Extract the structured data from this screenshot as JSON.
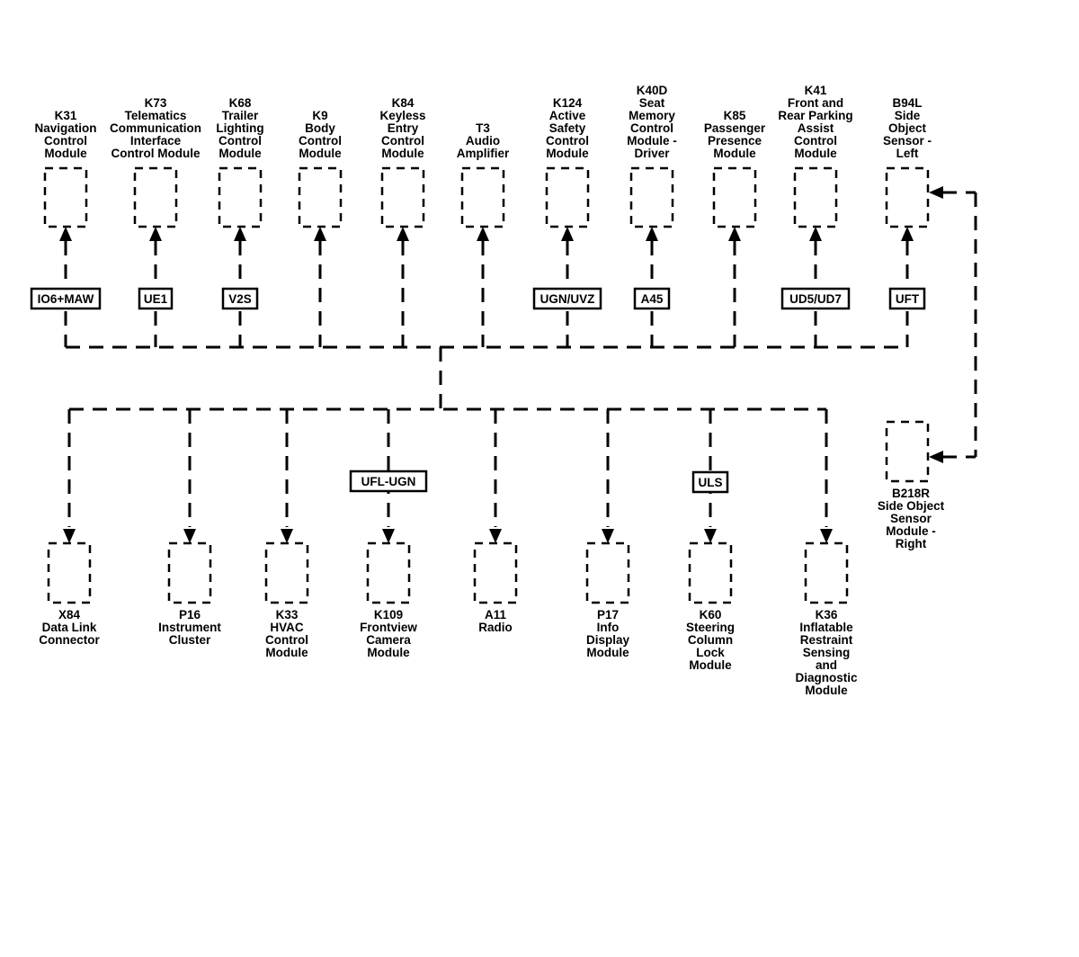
{
  "top_modules": [
    {
      "id": "k31",
      "lines": [
        "K31",
        "Navigation",
        "Control",
        "Module"
      ],
      "tag": "IO6+MAW"
    },
    {
      "id": "k73",
      "lines": [
        "K73",
        "Telematics",
        "Communication",
        "Interface",
        "Control Module"
      ],
      "tag": "UE1"
    },
    {
      "id": "k68",
      "lines": [
        "K68",
        "Trailer",
        "Lighting",
        "Control",
        "Module"
      ],
      "tag": "V2S"
    },
    {
      "id": "k9",
      "lines": [
        "K9",
        "Body",
        "Control",
        "Module"
      ],
      "tag": ""
    },
    {
      "id": "k84",
      "lines": [
        "K84",
        "Keyless",
        "Entry",
        "Control",
        "Module"
      ],
      "tag": ""
    },
    {
      "id": "t3",
      "lines": [
        "T3",
        "Audio",
        "Amplifier"
      ],
      "tag": ""
    },
    {
      "id": "k124",
      "lines": [
        "K124",
        "Active",
        "Safety",
        "Control",
        "Module"
      ],
      "tag": "UGN/UVZ"
    },
    {
      "id": "k40d",
      "lines": [
        "K40D",
        "Seat",
        "Memory",
        "Control",
        "Module -",
        "Driver"
      ],
      "tag": "A45"
    },
    {
      "id": "k85",
      "lines": [
        "K85",
        "Passenger",
        "Presence",
        "Module"
      ],
      "tag": ""
    },
    {
      "id": "k41",
      "lines": [
        "K41",
        "Front and",
        "Rear Parking",
        "Assist",
        "Control",
        "Module"
      ],
      "tag": "UD5/UD7"
    },
    {
      "id": "b94l",
      "lines": [
        "B94L",
        "Side",
        "Object",
        "Sensor -",
        "Left"
      ],
      "tag": "UFT"
    }
  ],
  "bottom_modules": [
    {
      "id": "x84",
      "lines": [
        "X84",
        "Data Link",
        "Connector"
      ],
      "tag": ""
    },
    {
      "id": "p16",
      "lines": [
        "P16",
        "Instrument",
        "Cluster"
      ],
      "tag": ""
    },
    {
      "id": "k33",
      "lines": [
        "K33",
        "HVAC",
        "Control",
        "Module"
      ],
      "tag": ""
    },
    {
      "id": "k109",
      "lines": [
        "K109",
        "Frontview",
        "Camera",
        "Module"
      ],
      "tag": "UFL-UGN"
    },
    {
      "id": "a11",
      "lines": [
        "A11",
        "Radio"
      ],
      "tag": ""
    },
    {
      "id": "p17",
      "lines": [
        "P17",
        "Info",
        "Display",
        "Module"
      ],
      "tag": ""
    },
    {
      "id": "k60",
      "lines": [
        "K60",
        "Steering",
        "Column",
        "Lock",
        "Module"
      ],
      "tag": "ULS"
    },
    {
      "id": "k36",
      "lines": [
        "K36",
        "Inflatable",
        "Restraint",
        "Sensing",
        "and",
        "Diagnostic",
        "Module"
      ],
      "tag": ""
    }
  ],
  "side_module": {
    "id": "b218r",
    "lines": [
      "B218R",
      "Side Object",
      "Sensor",
      "Module -",
      "Right"
    ]
  }
}
